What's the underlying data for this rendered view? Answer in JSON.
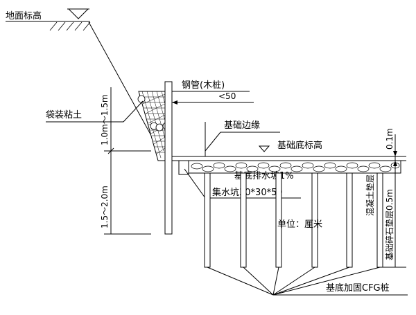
{
  "labels": {
    "ground_level": "地面标高",
    "sandbag_clay": "袋装粘土",
    "steel_pipe": "钢管(木桩)",
    "pipe_dim": "<50",
    "foundation_edge": "基础边缘",
    "foundation_bottom_level": "基础底标高",
    "drainage_slope": "基底排水坡1%",
    "sump_pit": "集水坑30*30*50",
    "unit": "单位：厘米",
    "cfg_piles": "基底加固CFG桩",
    "slope_upper_height": "1.0m～1.5m",
    "slope_lower_height": "1.5～2.0m",
    "dim_01m": "0.1m",
    "concrete_cushion": "混凝土垫层",
    "gravel_cushion": "基础碎石垫层0.5m"
  },
  "icons": {
    "ground_level_marker": "level-triangle-icon",
    "foundation_level_marker": "level-triangle-icon",
    "hatching": "soil-hatch-icon"
  }
}
